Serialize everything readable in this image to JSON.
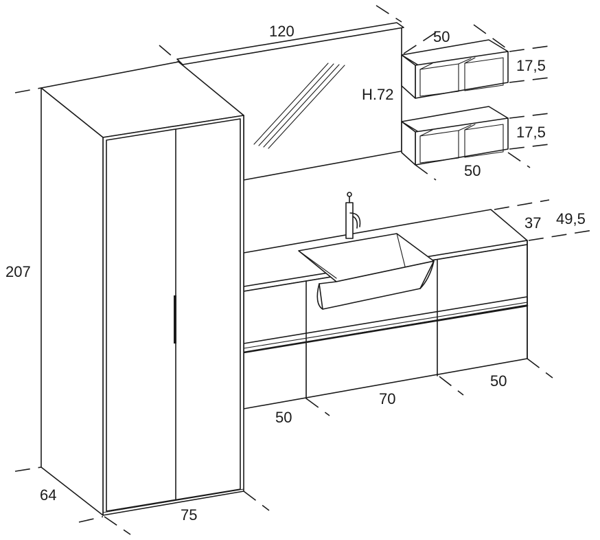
{
  "dimensions": {
    "mirror_width": "120",
    "mirror_height": "H.72",
    "shelf_top_width": "50",
    "shelf_top_height": "17,5",
    "shelf_bottom_height": "17,5",
    "shelf_bottom_width": "50",
    "vanity_depth": "37",
    "vanity_top_depth": "49,5",
    "vanity_right_width": "50",
    "vanity_center_width": "70",
    "vanity_left_width": "50",
    "tall_cabinet_height": "207",
    "tall_cabinet_depth": "64",
    "tall_cabinet_width": "75"
  },
  "colors": {
    "line": "#1a1a1a",
    "background": "#ffffff"
  }
}
